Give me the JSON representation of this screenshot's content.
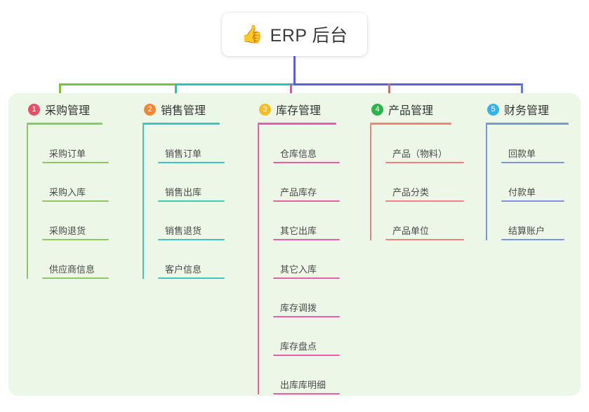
{
  "root": {
    "emoji": "👍",
    "emoji_name": "thumbs-up-icon",
    "title": "ERP 后台"
  },
  "theme": {
    "page_background": "#ffffff",
    "panel_background": "#edf7e7",
    "root_card_background": "#ffffff",
    "root_stem_color": "#5b5fd6",
    "bus_left_color": "#7ac142",
    "bus_mid_color": "#28c4b4",
    "bus_right_color": "#5b5fd6",
    "text_color": "#4a4a4a"
  },
  "columns": [
    {
      "index": "1",
      "title": "采购管理",
      "badge_color": "#e8506a",
      "line_color": "#8cc963",
      "drop_color": "#7ac142",
      "items": [
        {
          "label": "采购订单"
        },
        {
          "label": "采购入库"
        },
        {
          "label": "采购退货"
        },
        {
          "label": "供应商信息"
        }
      ]
    },
    {
      "index": "2",
      "title": "销售管理",
      "badge_color": "#f58634",
      "line_color": "#3fc7bd",
      "drop_color": "#28c4b4",
      "items": [
        {
          "label": "销售订单"
        },
        {
          "label": "销售出库"
        },
        {
          "label": "销售退货"
        },
        {
          "label": "客户信息"
        }
      ]
    },
    {
      "index": "3",
      "title": "库存管理",
      "badge_color": "#f6bb2a",
      "line_color": "#ec5fa8",
      "drop_color": "#ec4b99",
      "items": [
        {
          "label": "仓库信息"
        },
        {
          "label": "产品库存"
        },
        {
          "label": "其它出库"
        },
        {
          "label": "其它入库"
        },
        {
          "label": "库存调拨"
        },
        {
          "label": "库存盘点"
        },
        {
          "label": "出库库明细"
        }
      ]
    },
    {
      "index": "4",
      "title": "产品管理",
      "badge_color": "#2cb34a",
      "line_color": "#f4817e",
      "drop_color": "#f4605e",
      "items": [
        {
          "label": "产品（物料）"
        },
        {
          "label": "产品分类"
        },
        {
          "label": "产品单位"
        }
      ]
    },
    {
      "index": "5",
      "title": "财务管理",
      "badge_color": "#35b3e8",
      "line_color": "#7d95d8",
      "drop_color": "#5a7fd4",
      "items": [
        {
          "label": "回款单"
        },
        {
          "label": "付款单"
        },
        {
          "label": "结算账户"
        }
      ]
    }
  ]
}
